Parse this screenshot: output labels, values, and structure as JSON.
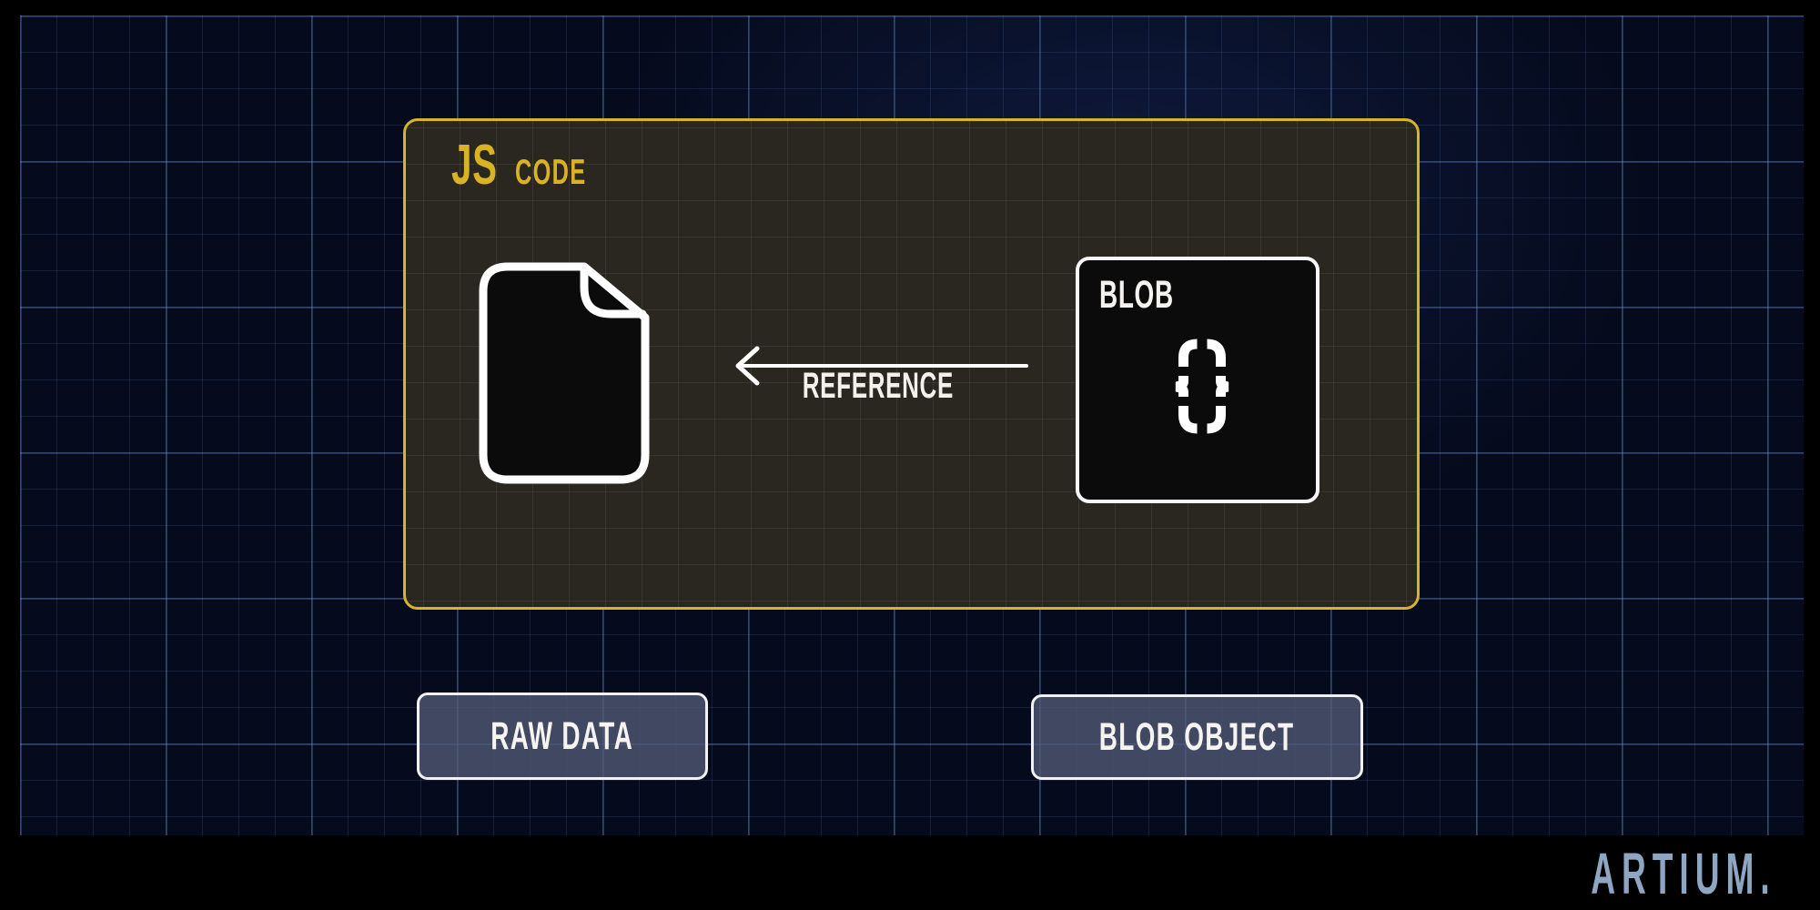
{
  "panel": {
    "title_primary": "JS",
    "title_secondary": "CODE"
  },
  "document_icon": "file-document",
  "reference": {
    "label": "REFERENCE",
    "arrow_direction": "left"
  },
  "blob_box": {
    "label": "BLOB",
    "symbol": "{}"
  },
  "buttons": [
    {
      "label": "RAW DATA"
    },
    {
      "label": "BLOB OBJECT"
    }
  ],
  "brand": {
    "logo_text": "ARTIUM."
  },
  "colors": {
    "background_navy": "#050a1c",
    "frame_black": "#000000",
    "panel_fill": "#2a2721",
    "panel_border_gold": "#d8b428",
    "title_gold": "#d9b323",
    "grid_line_blue": "#2c4376",
    "button_fill": "#4b5370",
    "button_border": "#f2f2f2",
    "icon_stroke": "#ffffff",
    "icon_fill": "#0b0b0b",
    "brand_text": "#8fa6c3"
  }
}
